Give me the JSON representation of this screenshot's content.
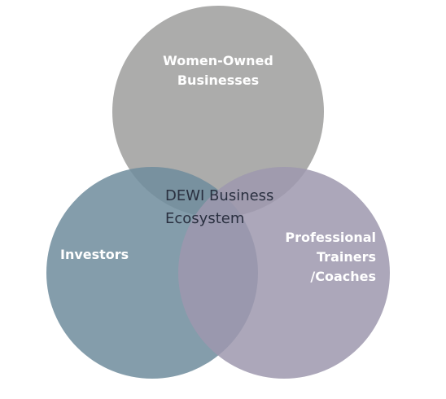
{
  "diagram": {
    "type": "venn",
    "center_label": [
      "DEWI Business",
      "Ecosystem"
    ],
    "circles": [
      {
        "label": [
          "Women-Owned",
          "Businesses"
        ],
        "color": "#9e9e9c"
      },
      {
        "label": [
          "Investors"
        ],
        "color": "#6f8c9c"
      },
      {
        "label": [
          "Professional",
          "Trainers",
          "/Coaches"
        ],
        "color": "#9d98ae"
      }
    ]
  }
}
